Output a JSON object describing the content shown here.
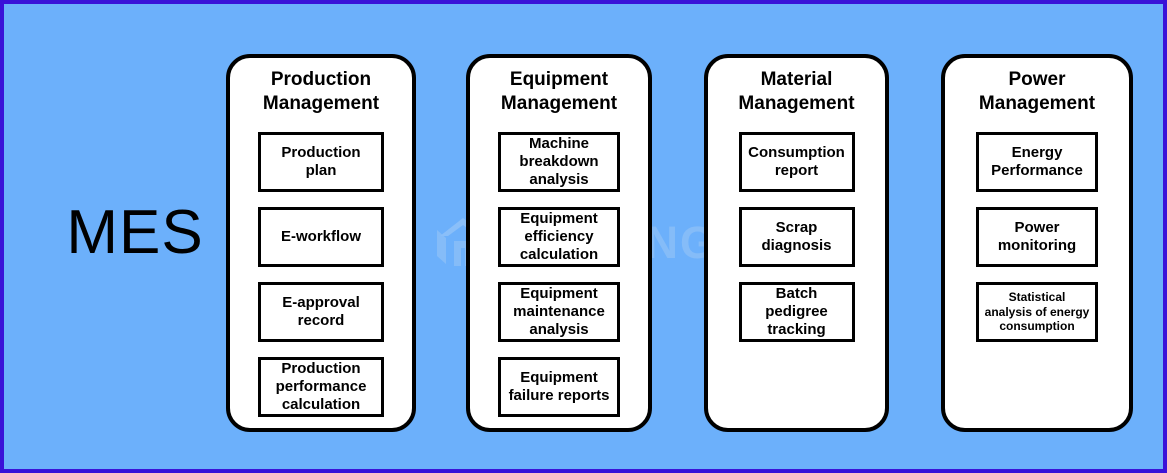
{
  "diagram": {
    "root_label": "MES",
    "background_color": "#6cb0fb",
    "border_color": "#3a12d8",
    "watermark_text": "TRUKING"
  },
  "columns": [
    {
      "id": "production",
      "title": "Production\nManagement",
      "items": [
        {
          "label": "Production\nplan"
        },
        {
          "label": "E-workflow"
        },
        {
          "label": "E-approval\nrecord"
        },
        {
          "label": "Production\nperformance\ncalculation"
        }
      ]
    },
    {
      "id": "equipment",
      "title": "Equipment\nManagement",
      "items": [
        {
          "label": "Machine\nbreakdown\nanalysis"
        },
        {
          "label": "Equipment\nefficiency\ncalculation"
        },
        {
          "label": "Equipment\nmaintenance\nanalysis"
        },
        {
          "label": "Equipment\nfailure reports"
        }
      ]
    },
    {
      "id": "material",
      "title": "Material\nManagement",
      "items": [
        {
          "label": "Consumption\nreport"
        },
        {
          "label": "Scrap\ndiagnosis"
        },
        {
          "label": "Batch\npedigree\ntracking"
        }
      ]
    },
    {
      "id": "power",
      "title": "Power\nManagement",
      "items": [
        {
          "label": "Energy\nPerformance"
        },
        {
          "label": "Power\nmonitoring"
        },
        {
          "label": "Statistical\nanalysis of energy\nconsumption"
        }
      ]
    }
  ]
}
